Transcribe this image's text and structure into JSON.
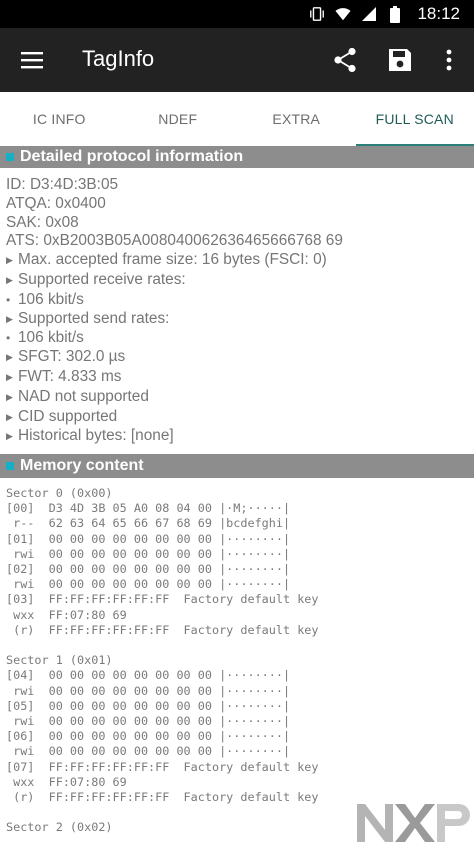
{
  "status_bar": {
    "time": "18:12",
    "icons": [
      "vibrate-icon",
      "wifi-icon",
      "signal-icon",
      "battery-icon"
    ]
  },
  "app_bar": {
    "title": "TagInfo",
    "actions": [
      "share-icon",
      "save-icon",
      "more-vert-icon"
    ]
  },
  "tabs": [
    {
      "label": "IC INFO",
      "active": false
    },
    {
      "label": "NDEF",
      "active": false
    },
    {
      "label": "EXTRA",
      "active": false
    },
    {
      "label": "FULL SCAN",
      "active": true
    }
  ],
  "protocol_section": {
    "title": "Detailed protocol information",
    "lines": [
      "ID: D3:4D:3B:05",
      "ATQA: 0x0400",
      "SAK: 0x08",
      "ATS: 0xB2003B05A008040062636465666768 69"
    ],
    "bullet_lines": [
      {
        "marker": "triangle",
        "text": "Max. accepted frame size: 16 bytes (FSCI: 0)"
      },
      {
        "marker": "triangle",
        "text": "Supported receive rates:"
      },
      {
        "marker": "dot",
        "text": "106 kbit/s"
      },
      {
        "marker": "triangle",
        "text": "Supported send rates:"
      },
      {
        "marker": "dot",
        "text": "106 kbit/s"
      },
      {
        "marker": "triangle",
        "text": "SFGT: 302.0 µs"
      },
      {
        "marker": "triangle",
        "text": "FWT: 4.833 ms"
      },
      {
        "marker": "triangle",
        "text": "NAD not supported"
      },
      {
        "marker": "triangle",
        "text": "CID supported"
      },
      {
        "marker": "triangle",
        "text": "Historical bytes: [none]"
      }
    ]
  },
  "memory_section": {
    "title": "Memory content",
    "blocks": [
      {
        "sector": "Sector 0 (0x00)",
        "rows": [
          "[00]  D3 4D 3B 05 A0 08 04 00 |·M;·····|",
          " r--  62 63 64 65 66 67 68 69 |bcdefghi|",
          "[01]  00 00 00 00 00 00 00 00 |········|",
          " rwi  00 00 00 00 00 00 00 00 |········|",
          "[02]  00 00 00 00 00 00 00 00 |········|",
          " rwi  00 00 00 00 00 00 00 00 |········|",
          "[03]  FF:FF:FF:FF:FF:FF  Factory default key",
          " wxx  FF:07:80 69",
          " (r)  FF:FF:FF:FF:FF:FF  Factory default key"
        ]
      },
      {
        "sector": "Sector 1 (0x01)",
        "rows": [
          "[04]  00 00 00 00 00 00 00 00 |········|",
          " rwi  00 00 00 00 00 00 00 00 |········|",
          "[05]  00 00 00 00 00 00 00 00 |········|",
          " rwi  00 00 00 00 00 00 00 00 |········|",
          "[06]  00 00 00 00 00 00 00 00 |········|",
          " rwi  00 00 00 00 00 00 00 00 |········|",
          "[07]  FF:FF:FF:FF:FF:FF  Factory default key",
          " wxx  FF:07:80 69",
          " (r)  FF:FF:FF:FF:FF:FF  Factory default key"
        ]
      },
      {
        "sector": "Sector 2 (0x02)",
        "rows": []
      }
    ]
  },
  "logo": {
    "name": "nxp-logo",
    "text": "NXP"
  },
  "colors": {
    "status_bar": "#000000",
    "app_bar": "#222222",
    "tab_indicator": "#2a8078",
    "section_header": "#8d8d8d",
    "section_bullet": "#14b0c4"
  }
}
